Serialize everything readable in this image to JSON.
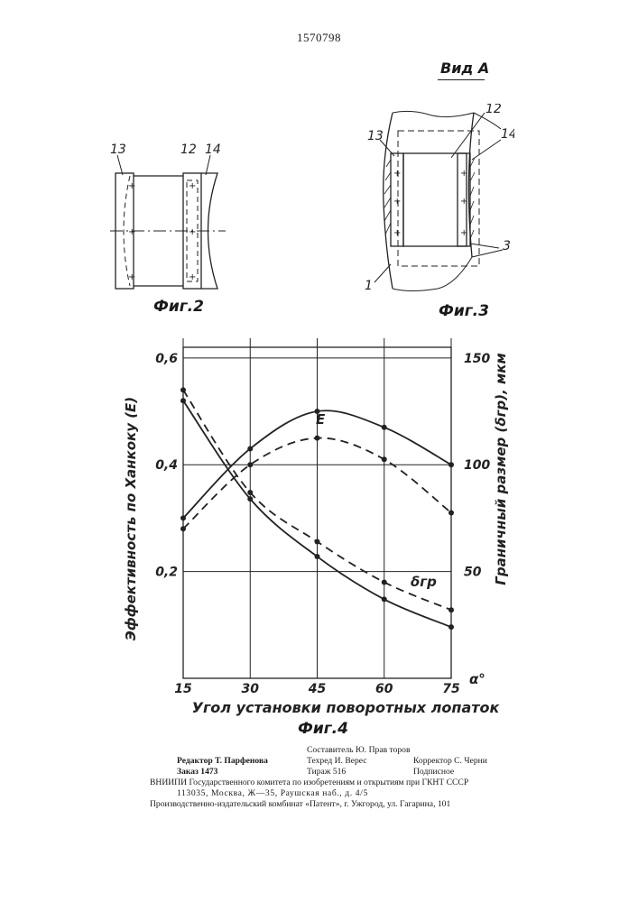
{
  "patent_number": "1570798",
  "figures": {
    "fig2": {
      "caption": "Фиг.2",
      "labels": [
        "13",
        "12",
        "14"
      ]
    },
    "fig3": {
      "caption": "Фиг.3",
      "view_label": "Вид A",
      "labels": [
        "13",
        "12",
        "14",
        "3",
        "1"
      ]
    },
    "fig4": {
      "caption": "Фиг.4",
      "curve_labels": {
        "efficiency": "E",
        "boundary": "δгр"
      },
      "axis_alpha": "α°"
    }
  },
  "chart_data": {
    "type": "line",
    "xlabel": "Угол установки поворотных лопаток",
    "ylabel": "Эффективность по Ханкоку (E)",
    "y2label": "Граничный размер (δгр), мкм",
    "x_ticks": [
      "15",
      "30",
      "45",
      "60",
      "75"
    ],
    "y_ticks": [
      "0,2",
      "0,4",
      "0,6"
    ],
    "y2_ticks": [
      "50",
      "100",
      "150"
    ],
    "x": [
      15,
      30,
      45,
      60,
      75
    ],
    "xlim": [
      15,
      75
    ],
    "ylim": [
      0.0,
      0.62
    ],
    "y2lim": [
      0,
      155
    ],
    "grid": true,
    "series": [
      {
        "name": "E",
        "axis": "left",
        "style": "solid",
        "values": [
          0.3,
          0.43,
          0.5,
          0.47,
          0.4
        ]
      },
      {
        "name": "E",
        "axis": "left",
        "style": "dashed",
        "values": [
          0.28,
          0.4,
          0.45,
          0.41,
          0.31
        ]
      },
      {
        "name": "δгр",
        "axis": "right",
        "style": "solid",
        "values": [
          130,
          84,
          57,
          37,
          24
        ]
      },
      {
        "name": "δгр",
        "axis": "right",
        "style": "dashed",
        "values": [
          135,
          87,
          64,
          45,
          32
        ]
      }
    ]
  },
  "footer": {
    "compiler": "Составитель Ю. Прав торов",
    "editor": "Редактор Т. Парфенова",
    "techred": "Техред И. Верес",
    "corrector": "Корректор С. Черни",
    "order": "Заказ 1473",
    "circulation": "Тираж 516",
    "subscription": "Подписное",
    "vniipi": "ВНИИПИ Государственного комитета по изобретениям и открытиям при ГКНТ СССР",
    "address": "113035, Москва, Ж—35, Раушская наб., д. 4/5",
    "plant": "Производственно-издательский комбинат «Патент», г. Ужгород, ул. Гагарина, 101"
  }
}
